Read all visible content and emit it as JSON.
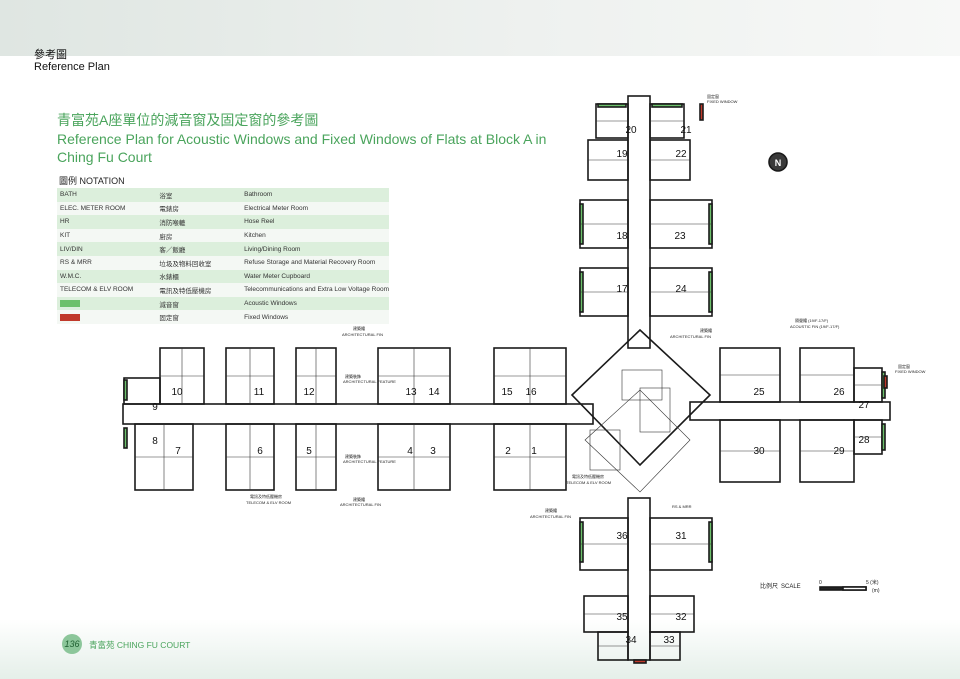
{
  "header": {
    "chinese": "參考圖",
    "english": "Reference Plan"
  },
  "title": {
    "chinese": "青富苑A座單位的減音窗及固定窗的參考圖",
    "english_line1": "Reference Plan for Acoustic Windows and Fixed Windows of Flats at Block A in",
    "english_line2": "Ching Fu Court"
  },
  "notation_heading": "圖例 NOTATION",
  "legend": [
    {
      "code": "BATH",
      "zh": "浴室",
      "en": "Bathroom"
    },
    {
      "code": "ELEC. METER ROOM",
      "zh": "電錶房",
      "en": "Electrical Meter Room"
    },
    {
      "code": "HR",
      "zh": "消防喉轆",
      "en": "Hose Reel"
    },
    {
      "code": "KIT",
      "zh": "廚房",
      "en": "Kitchen"
    },
    {
      "code": "LIV/DIN",
      "zh": "客／飯廳",
      "en": "Living/Dining Room"
    },
    {
      "code": "RS & MRR",
      "zh": "垃圾及物料回收室",
      "en": "Refuse Storage and Material Recovery Room"
    },
    {
      "code": "W.M.C.",
      "zh": "水錶櫃",
      "en": "Water Meter Cupboard"
    },
    {
      "code": "TELECOM & ELV ROOM",
      "zh": "電訊及特低壓機房",
      "en": "Telecommunications and Extra Low Voltage Room"
    },
    {
      "code": "",
      "zh": "減音窗",
      "en": "Acoustic Windows",
      "swatch": "#6cc06b"
    },
    {
      "code": "",
      "zh": "固定窗",
      "en": "Fixed Windows",
      "swatch": "#c0392b"
    }
  ],
  "plan": {
    "fixed_window": "FIXED WINDOW",
    "fixed_window_zh": "固定窗",
    "acoustic_fin": "ACOUSTIC FIN (19/F-17/F)",
    "acoustic_fin_zh": "隔聲鰭 (19/F-17/F)",
    "arch_fin": "ARCHITECTURAL FIN",
    "arch_fin_zh": "建築鰭",
    "arch_feature": "ARCHITECTURAL FEATURE",
    "arch_feature_zh": "建築裝飾",
    "telecom_elv": "TELECOM & ELV ROOM",
    "telecom_elv_zh": "電訊及特低壓機房",
    "rs_mrr": "RS & MRR",
    "scale_zh": "比例尺",
    "scale_en": "SCALE",
    "scale_zero": "0",
    "scale_five": "5 (米)",
    "scale_unit": "(m)",
    "north": "N",
    "flats": [
      "1",
      "2",
      "3",
      "4",
      "5",
      "6",
      "7",
      "8",
      "9",
      "10",
      "11",
      "12",
      "13",
      "14",
      "15",
      "16",
      "17",
      "18",
      "19",
      "20",
      "21",
      "22",
      "23",
      "24",
      "25",
      "26",
      "27",
      "28",
      "29",
      "30",
      "31",
      "32",
      "33",
      "34",
      "35",
      "36"
    ]
  },
  "footer": {
    "page": "136",
    "text": "青富苑 CHING FU COURT"
  },
  "colors": {
    "accent_green": "#4aa45c",
    "acoustic": "#6cc06b",
    "fixed": "#c0392b"
  }
}
